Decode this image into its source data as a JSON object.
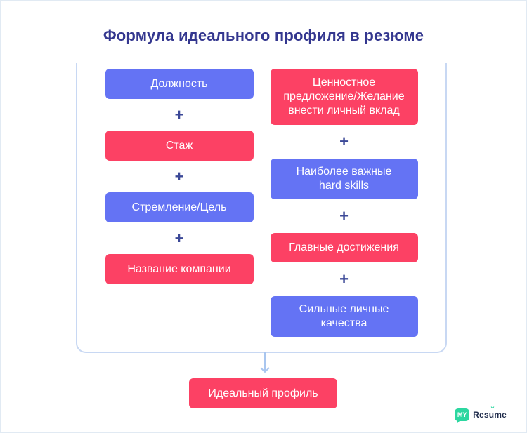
{
  "page": {
    "title": "Формула идеального профиля в резюме"
  },
  "diagram": {
    "plus_symbol": "+",
    "left_column": [
      {
        "label": "Должность",
        "color": "blue"
      },
      {
        "label": "Стаж",
        "color": "red"
      },
      {
        "label": "Стремление/Цель",
        "color": "blue"
      },
      {
        "label": "Название компании",
        "color": "red"
      }
    ],
    "right_column": [
      {
        "label": "Ценностное\nпредложение/Желание\nвнести личный вклад",
        "color": "red"
      },
      {
        "label": "Наиболее важные\nhard skills",
        "color": "blue"
      },
      {
        "label": "Главные достижения",
        "color": "red"
      },
      {
        "label": "Сильные личные\nкачества",
        "color": "blue"
      }
    ],
    "result": {
      "label": "Идеальный профиль",
      "color": "red"
    }
  },
  "logo": {
    "badge": "MY",
    "text": "Resume",
    "accent": "˘"
  },
  "colors": {
    "blue_box": "#6473f4",
    "red_box": "#fc4164",
    "title": "#34378f",
    "plus": "#3b4897",
    "frame_border": "#c8d8f3",
    "arrow": "#a9c6ef",
    "logo_green": "#2cd7a0"
  }
}
